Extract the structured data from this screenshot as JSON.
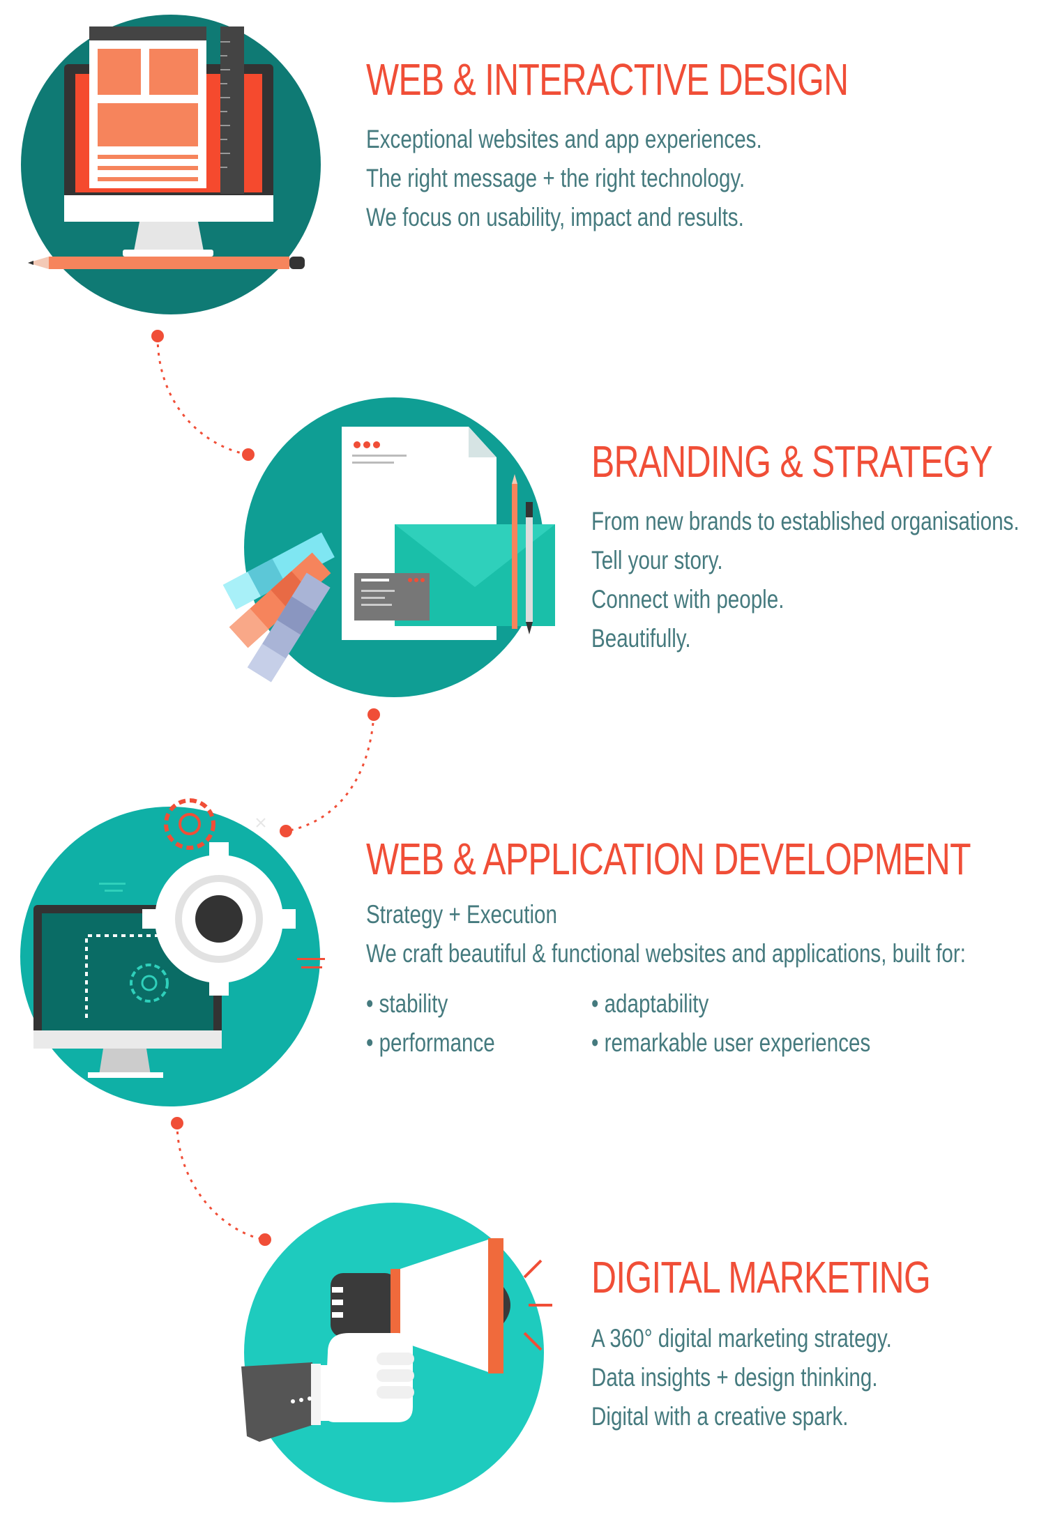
{
  "sections": [
    {
      "title": "WEB & INTERACTIVE DESIGN",
      "lines": [
        "Exceptional websites and app experiences.",
        "The right message + the right technology.",
        "We focus on usability, impact and results."
      ],
      "icon": "desktop-monitor-icon"
    },
    {
      "title": "BRANDING & STRATEGY",
      "lines": [
        "From new brands to established organisations.",
        "Tell your story.",
        "Connect with people.",
        "Beautifully."
      ],
      "icon": "stationery-branding-icon"
    },
    {
      "title": "WEB & APPLICATION DEVELOPMENT",
      "lines": [
        "Strategy + Execution",
        "We craft beautiful & functional websites and applications, built for:"
      ],
      "bullets": [
        "• stability",
        "• adaptability",
        "• performance",
        "• remarkable user experiences"
      ],
      "icon": "gear-monitor-icon"
    },
    {
      "title": "DIGITAL MARKETING",
      "lines": [
        "A 360° digital marketing strategy.",
        "Data insights + design thinking.",
        "Digital with a creative spark."
      ],
      "icon": "megaphone-icon"
    }
  ],
  "colors": {
    "accent": "#f04e37",
    "text": "#457a7e",
    "teal_dark": "#0f7a74",
    "teal_mid": "#139e98",
    "teal_light": "#1cc4b4"
  }
}
